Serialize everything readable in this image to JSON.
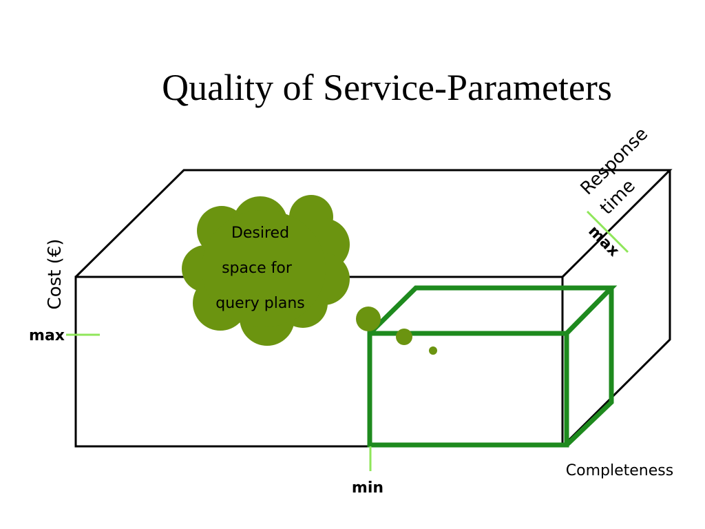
{
  "title": "Quality of Service-Parameters",
  "axes": {
    "cost": "Cost (€)",
    "response_time_line1": "Response",
    "response_time_line2": "time",
    "completeness": "Completeness"
  },
  "markers": {
    "cost_max": "max",
    "response_max": "max",
    "completeness_min": "min"
  },
  "cloud": {
    "line1": "Desired",
    "line2": "space for",
    "line3": "query plans"
  },
  "colors": {
    "outer_box": "#000000",
    "inner_box": "#1e8a1e",
    "cloud": "#6b9410",
    "tick": "#8fe65a"
  }
}
